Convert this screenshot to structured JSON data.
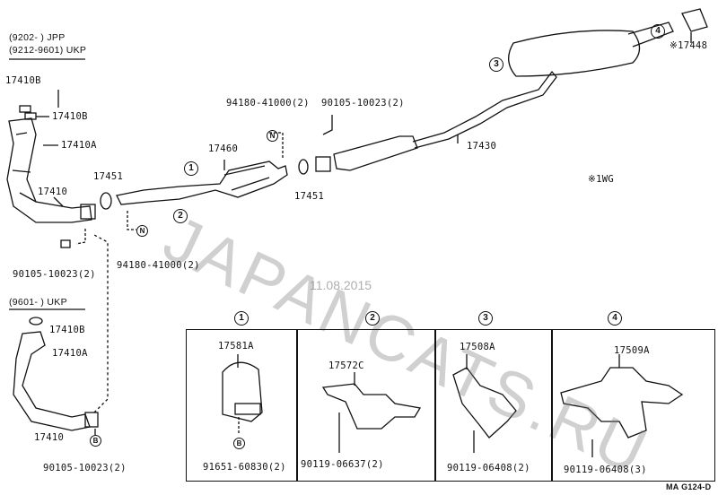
{
  "header": {
    "jpp_range": "(9202-      ) JPP",
    "ukp_range": "(9212-9601) UKP"
  },
  "upper_parts": {
    "p_17410B_1": "17410B",
    "p_17410B_2": "17410B",
    "p_17410A": "17410A",
    "p_17410": "17410",
    "p_17451_left": "17451",
    "bolt_left": "90105-10023(2)",
    "bolt_n_left": "94180-41000(2)",
    "p_17460": "17460",
    "bolt_n_top": "94180-41000(2)",
    "bolt_top": "90105-10023(2)",
    "p_17451_right": "17451",
    "p_17430": "17430",
    "p_17448": "※17448",
    "note_wg": "※1WG"
  },
  "ukp_section": {
    "range": "(9601-      ) UKP",
    "p_17410B": "17410B",
    "p_17410A": "17410A",
    "p_17410": "17410",
    "bolt": "90105-10023(2)"
  },
  "callouts": {
    "c1": "1",
    "c2": "2",
    "c3": "3",
    "c4": "4",
    "n": "N",
    "b": "B"
  },
  "detail_boxes": [
    {
      "num": "1",
      "part": "17581A",
      "bolt": "91651-60830(2)"
    },
    {
      "num": "2",
      "part": "17572C",
      "bolt": "90119-06637(2)"
    },
    {
      "num": "3",
      "part": "17508A",
      "bolt": "90119-06408(2)"
    },
    {
      "num": "4",
      "part": "17509A",
      "bolt": "90119-06408(3)"
    }
  ],
  "watermark": "JAPANCATS.RU",
  "date_stamp": "11.08.2015",
  "diagram_code": "MA G124-D"
}
